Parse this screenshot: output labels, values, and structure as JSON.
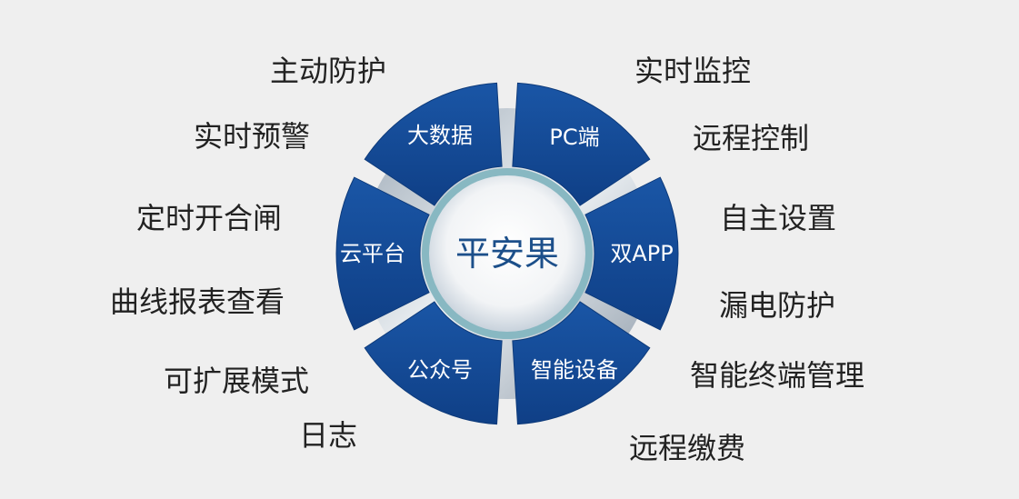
{
  "center": {
    "title": "平安果"
  },
  "segments": [
    {
      "id": "big-data",
      "label": "大数据"
    },
    {
      "id": "pc",
      "label": "PC端"
    },
    {
      "id": "dual-app",
      "label": "双APP"
    },
    {
      "id": "smart-device",
      "label": "智能设备"
    },
    {
      "id": "official-account",
      "label": "公众号"
    },
    {
      "id": "cloud",
      "label": "云平台"
    }
  ],
  "left_features": [
    "主动防护",
    "实时预警",
    "定时开合闸",
    "曲线报表查看",
    "可扩展模式",
    "日志"
  ],
  "right_features": [
    "实时监控",
    "远程控制",
    "自主设置",
    "漏电防护",
    "智能终端管理",
    "远程缴费"
  ],
  "colors": {
    "segment_blue": "#134994",
    "segment_blue_dark": "#0d3a7a",
    "center_text": "#1c4f8a",
    "background": "#efefef"
  }
}
